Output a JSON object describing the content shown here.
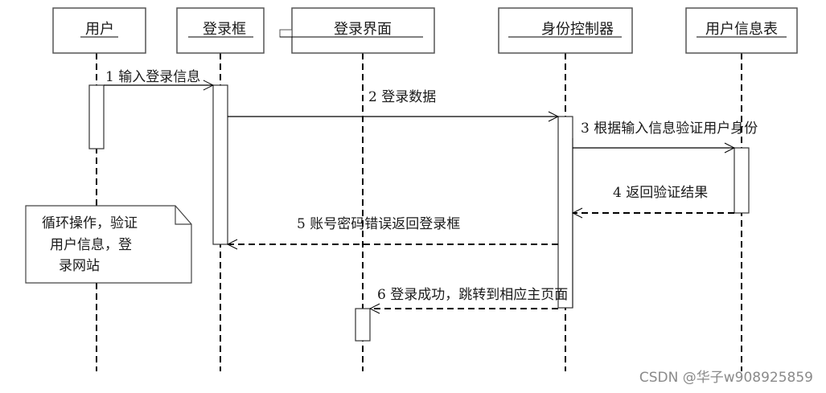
{
  "diagram": {
    "type": "sequence",
    "participants": [
      {
        "id": "user",
        "label": "用户"
      },
      {
        "id": "login_box",
        "label": "登录框"
      },
      {
        "id": "login_ui",
        "label": "登录界面",
        "stereotype": "boundary"
      },
      {
        "id": "auth_controller",
        "label": "身份控制器"
      },
      {
        "id": "user_table",
        "label": "用户信息表"
      }
    ],
    "messages": [
      {
        "seq": 1,
        "label": "1 输入登录信息",
        "from": "user",
        "to": "login_box",
        "style": "solid"
      },
      {
        "seq": 2,
        "label": "2 登录数据",
        "from": "login_box",
        "to": "auth_controller",
        "style": "solid"
      },
      {
        "seq": 3,
        "label": "3 根据输入信息验证用户身份",
        "from": "auth_controller",
        "to": "user_table",
        "style": "solid"
      },
      {
        "seq": 4,
        "label": "4 返回验证结果",
        "from": "user_table",
        "to": "auth_controller",
        "style": "dashed"
      },
      {
        "seq": 5,
        "label": "5 账号密码错误返回登录框",
        "from": "auth_controller",
        "to": "login_box",
        "style": "dashed"
      },
      {
        "seq": 6,
        "label": "6 登录成功，跳转到相应主页面",
        "from": "auth_controller",
        "to": "login_ui",
        "style": "dashed"
      }
    ],
    "note": {
      "lines": [
        "循环操作，验证",
        "用户信息，登",
        "录网站"
      ]
    }
  },
  "watermark": "CSDN @华子w908925859",
  "colors": {
    "line": "#000000",
    "box_border": "#555555",
    "text": "#1a1a1a",
    "watermark": "#8a8a8a"
  }
}
